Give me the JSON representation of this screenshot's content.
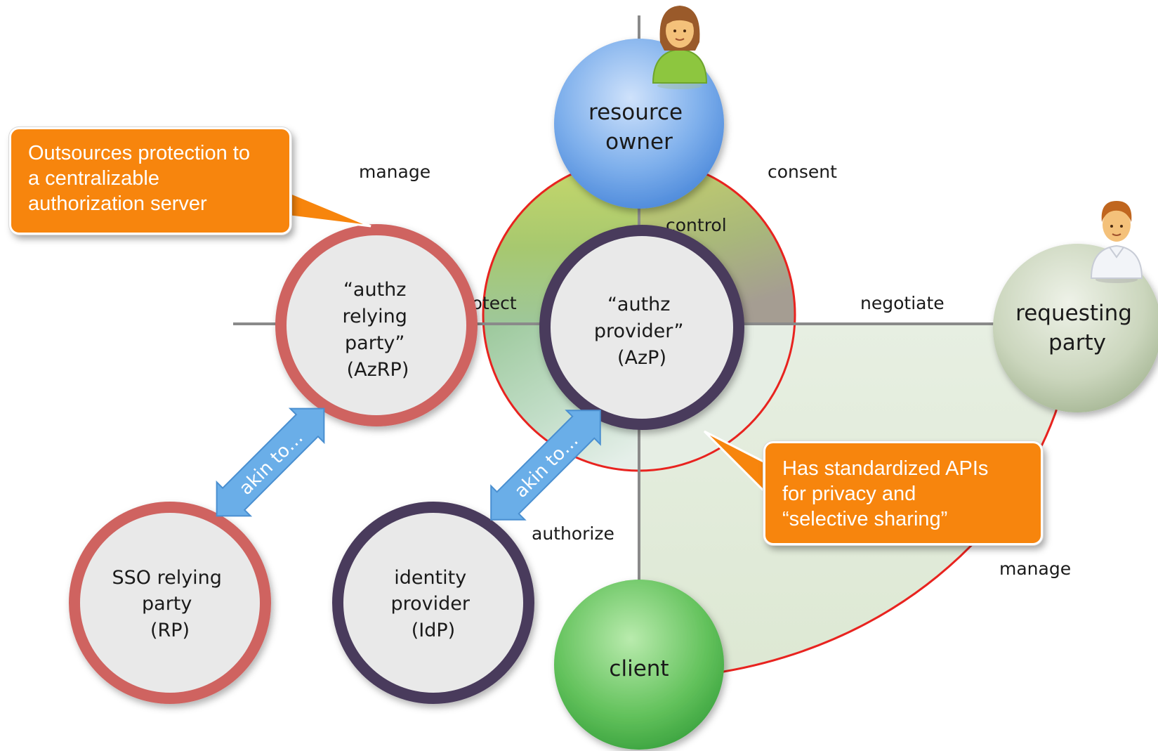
{
  "nodes": {
    "resource_owner": [
      "resource",
      "owner"
    ],
    "requesting_party": [
      "requesting",
      "party"
    ],
    "client": [
      "client"
    ],
    "azrp": [
      "“authz",
      "relying",
      "party”",
      "(AzRP)"
    ],
    "azp": [
      "“authz",
      "provider”",
      "(AzP)"
    ],
    "sso_rp": [
      "SSO relying",
      "party",
      "(RP)"
    ],
    "idp": [
      "identity",
      "provider",
      "(IdP)"
    ]
  },
  "edges": {
    "manage_top": "manage",
    "consent": "consent",
    "control": "control",
    "protect": "protect",
    "negotiate": "negotiate",
    "authorize": "authorize",
    "manage_bottom": "manage"
  },
  "arrows": {
    "left": "akin to…",
    "right": "akin to…"
  },
  "callouts": {
    "left": "Outsources protection to\na centralizable\nauthorization server",
    "right": "Has standardized APIs\nfor privacy and\n“selective sharing”"
  },
  "colors": {
    "accent_orange": "#f7850d",
    "red_ring": "#e8231f",
    "azrp_border": "#cf6461",
    "azp_border": "#4a3b5c",
    "node_fill": "#e9e9e9",
    "arrow_blue": "#6aaee8"
  },
  "icons": {
    "resource_owner": "woman-avatar-icon",
    "requesting_party": "man-avatar-icon"
  }
}
